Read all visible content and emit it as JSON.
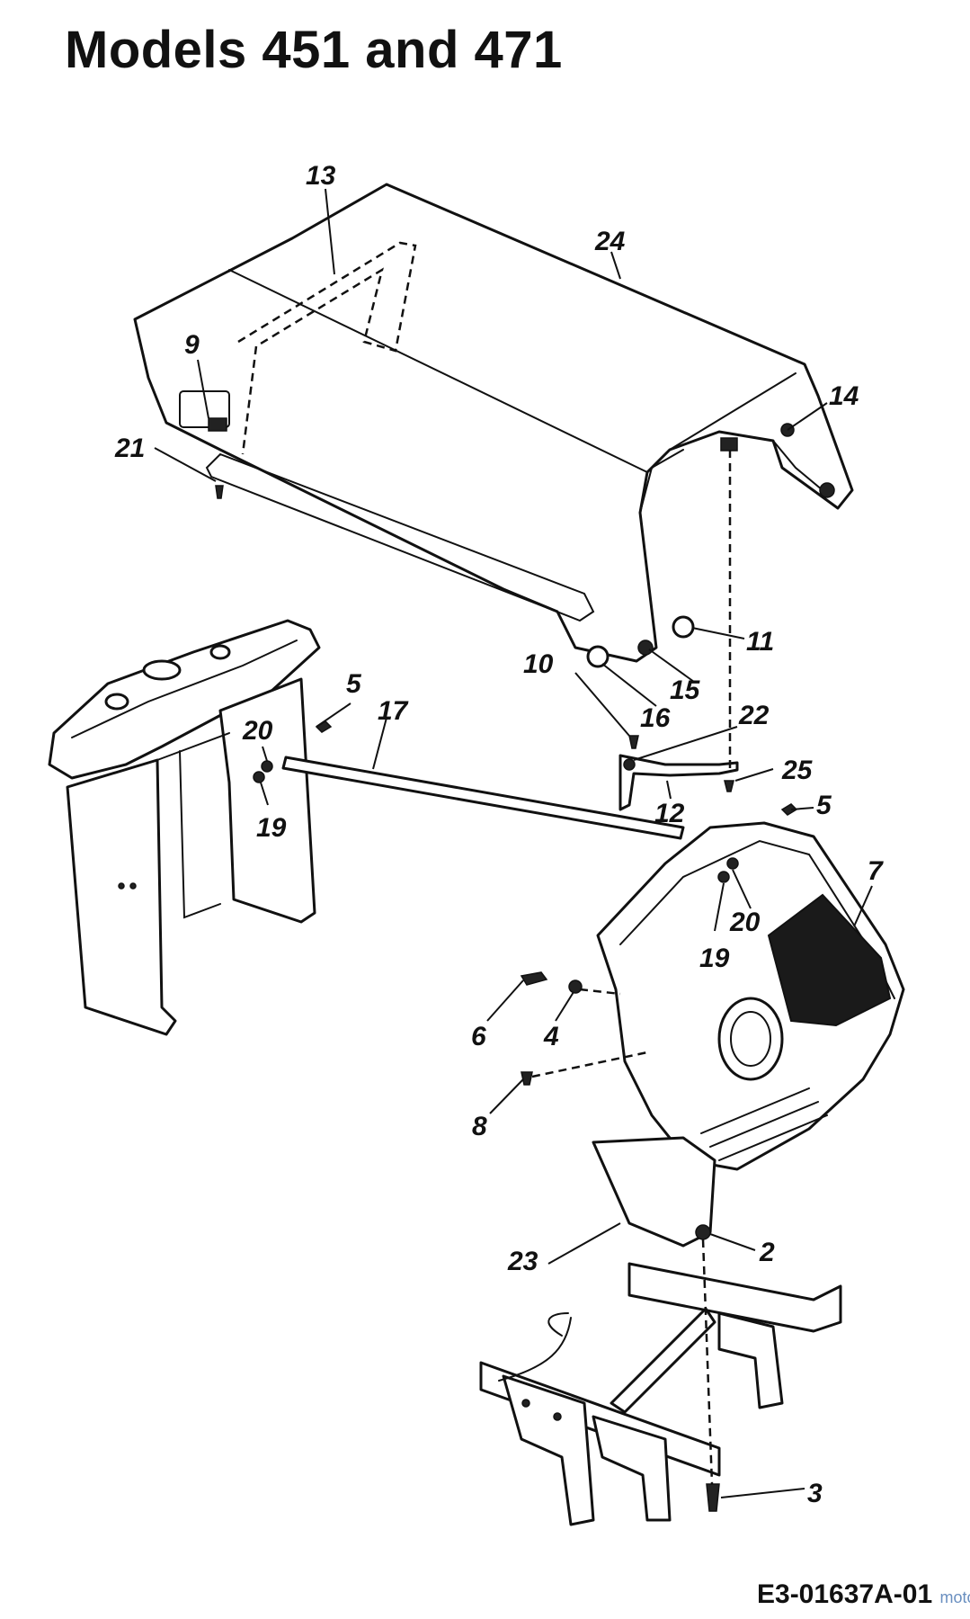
{
  "title": "Models 451 and 471",
  "reference_code": "E3-01637A-01",
  "watermark": "motoruf",
  "callouts": [
    {
      "label": "13"
    },
    {
      "label": "24"
    },
    {
      "label": "9"
    },
    {
      "label": "14"
    },
    {
      "label": "21"
    },
    {
      "label": "11"
    },
    {
      "label": "10"
    },
    {
      "label": "15"
    },
    {
      "label": "16"
    },
    {
      "label": "22"
    },
    {
      "label": "5"
    },
    {
      "label": "17"
    },
    {
      "label": "20"
    },
    {
      "label": "25"
    },
    {
      "label": "12"
    },
    {
      "label": "5"
    },
    {
      "label": "19"
    },
    {
      "label": "7"
    },
    {
      "label": "20"
    },
    {
      "label": "19"
    },
    {
      "label": "6"
    },
    {
      "label": "4"
    },
    {
      "label": "8"
    },
    {
      "label": "23"
    },
    {
      "label": "2"
    },
    {
      "label": "3"
    }
  ]
}
